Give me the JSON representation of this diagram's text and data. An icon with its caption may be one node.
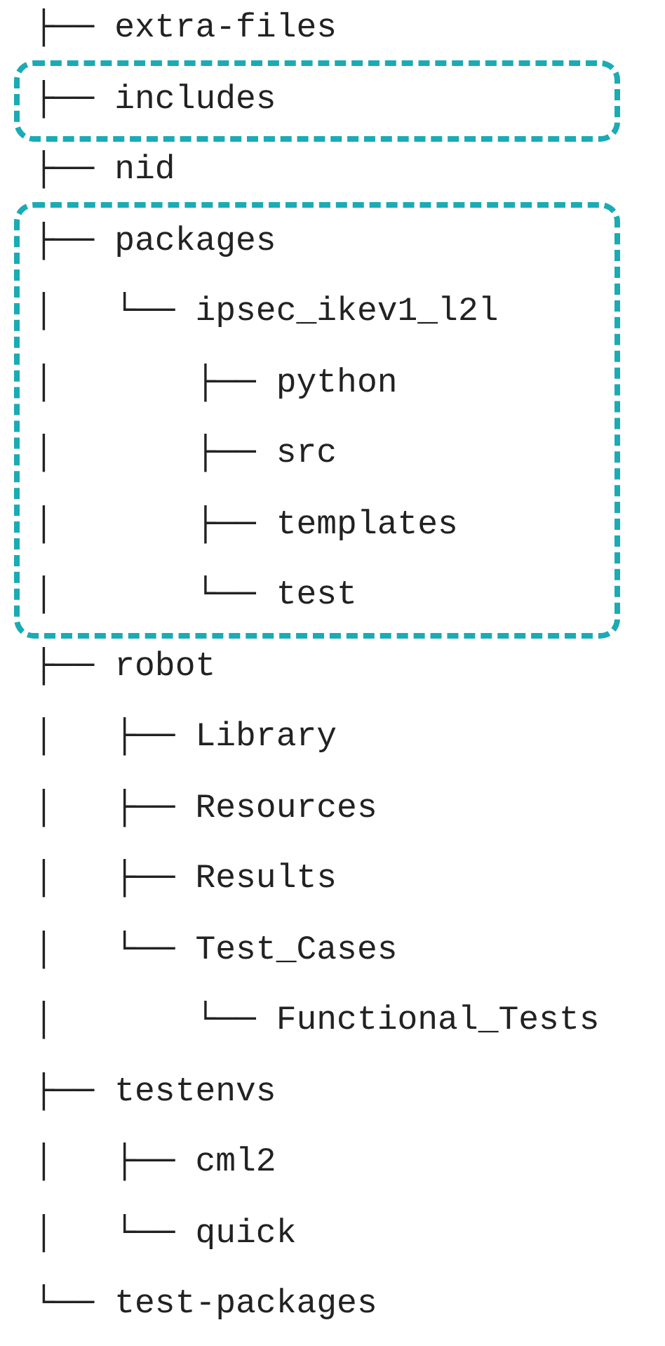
{
  "diagram": {
    "nodes": [
      {
        "text": [
          "├── includes"
        ]
      },
      {
        "text": [
          "├── packages",
          "│   └── ipsec_ikev1_l2l",
          "│       ├── python",
          "│       ├── src",
          "│       ├── templates",
          "│       └── test"
        ]
      }
    ],
    "labels": [
      "├── extra-files",
      "├── nid",
      "├── robot",
      "│   ├── Library",
      "│   ├── Resources",
      "│   ├── Results",
      "│   └── Test_Cases",
      "│       └── Functional_Tests",
      "├── testenvs",
      "│   ├── cml2",
      "│   └── quick",
      "└── test-packages"
    ]
  }
}
